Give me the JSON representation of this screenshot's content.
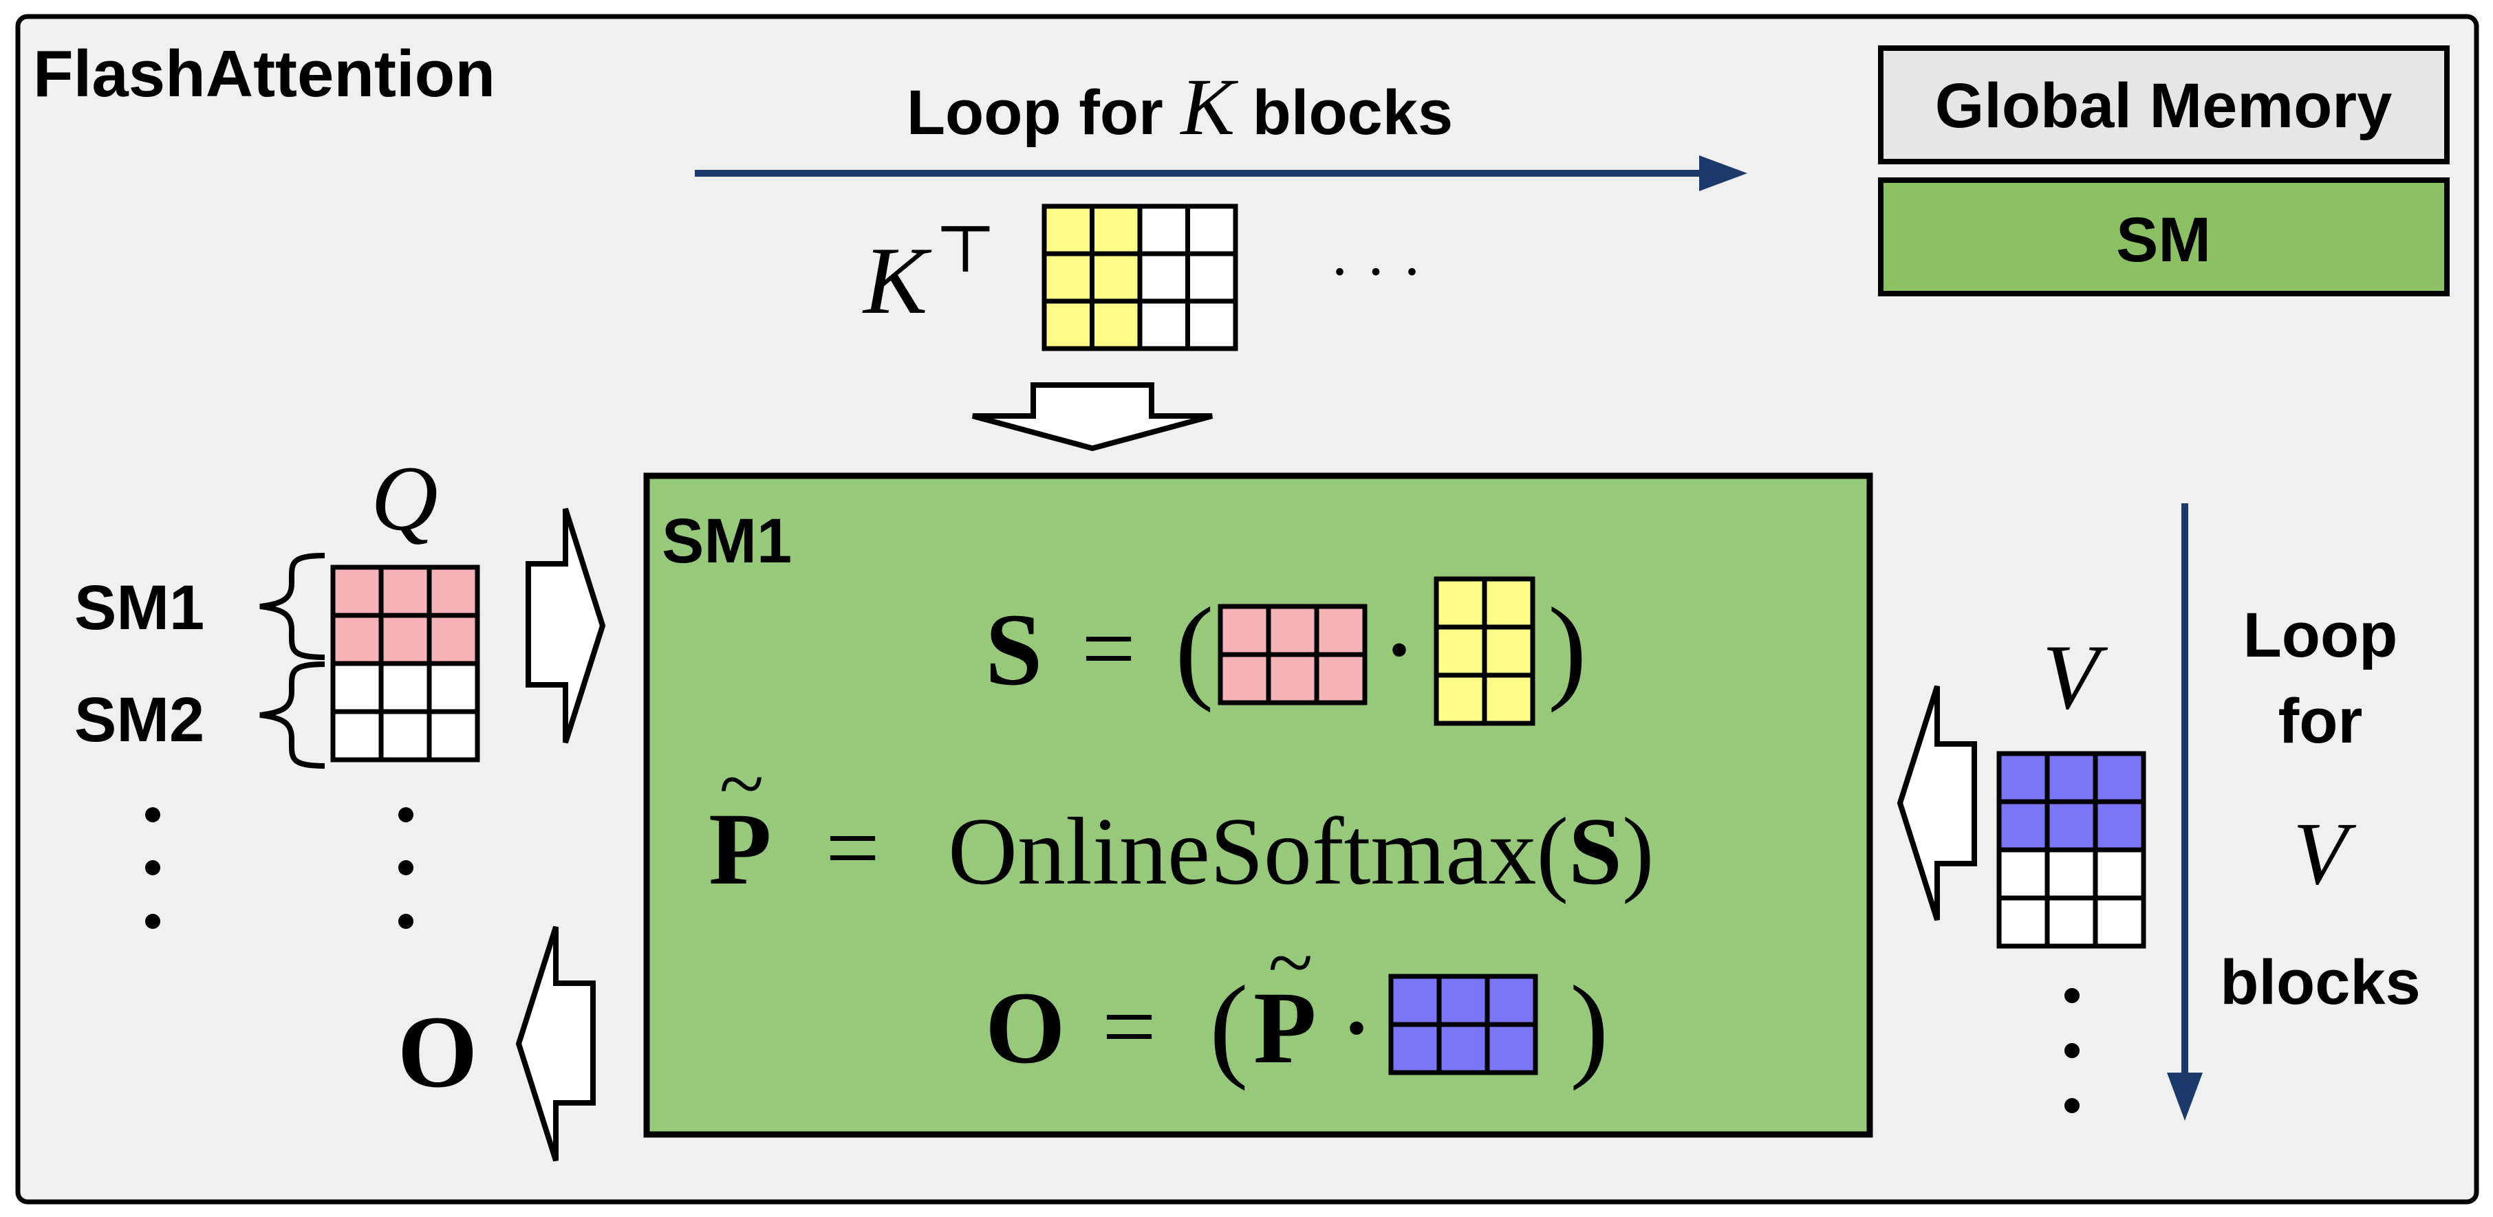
{
  "title": "FlashAttention",
  "loop_k": {
    "prefix": "Loop for ",
    "var": "K",
    "suffix": " blocks"
  },
  "kt_label": {
    "base": "K",
    "sup": "⊤"
  },
  "ellipsis": "· · ·",
  "legend": {
    "global_memory": "Global Memory",
    "sm": "SM"
  },
  "q_label": "Q",
  "sm_labels": [
    "SM1",
    "SM2"
  ],
  "sm_box_label": "SM1",
  "eq1": {
    "lhs": "S",
    "eq": "=",
    "open": "(",
    "close": ")",
    "dot": "·"
  },
  "eq2": {
    "lhs": "P",
    "tilde": "~",
    "eq": "=",
    "func": "OnlineSoftmax(",
    "arg": "S",
    "close": ")"
  },
  "eq3": {
    "lhs": "O",
    "eq": "=",
    "open": "(",
    "p": "P",
    "tilde": "~",
    "dot": "·",
    "close": ")"
  },
  "o_label": "O",
  "v_label": "V",
  "loop_v": {
    "line1": "Loop",
    "line2": "for",
    "var": "V",
    "line3": "blocks"
  },
  "colors": {
    "panel_bg": "#f0f0f0",
    "global_memory_bg": "#e6e6e6",
    "sm_green": "#8bc163",
    "sm_box_green": "#97c97a",
    "q_pink": "#f6b3b7",
    "k_yellow": "#fcfc87",
    "v_blue": "#7b76f8",
    "arrow_navy": "#1a3a6b"
  },
  "icons": [
    "hollow-down-arrow-icon",
    "hollow-right-arrow-icon",
    "hollow-left-arrow-icon"
  ]
}
